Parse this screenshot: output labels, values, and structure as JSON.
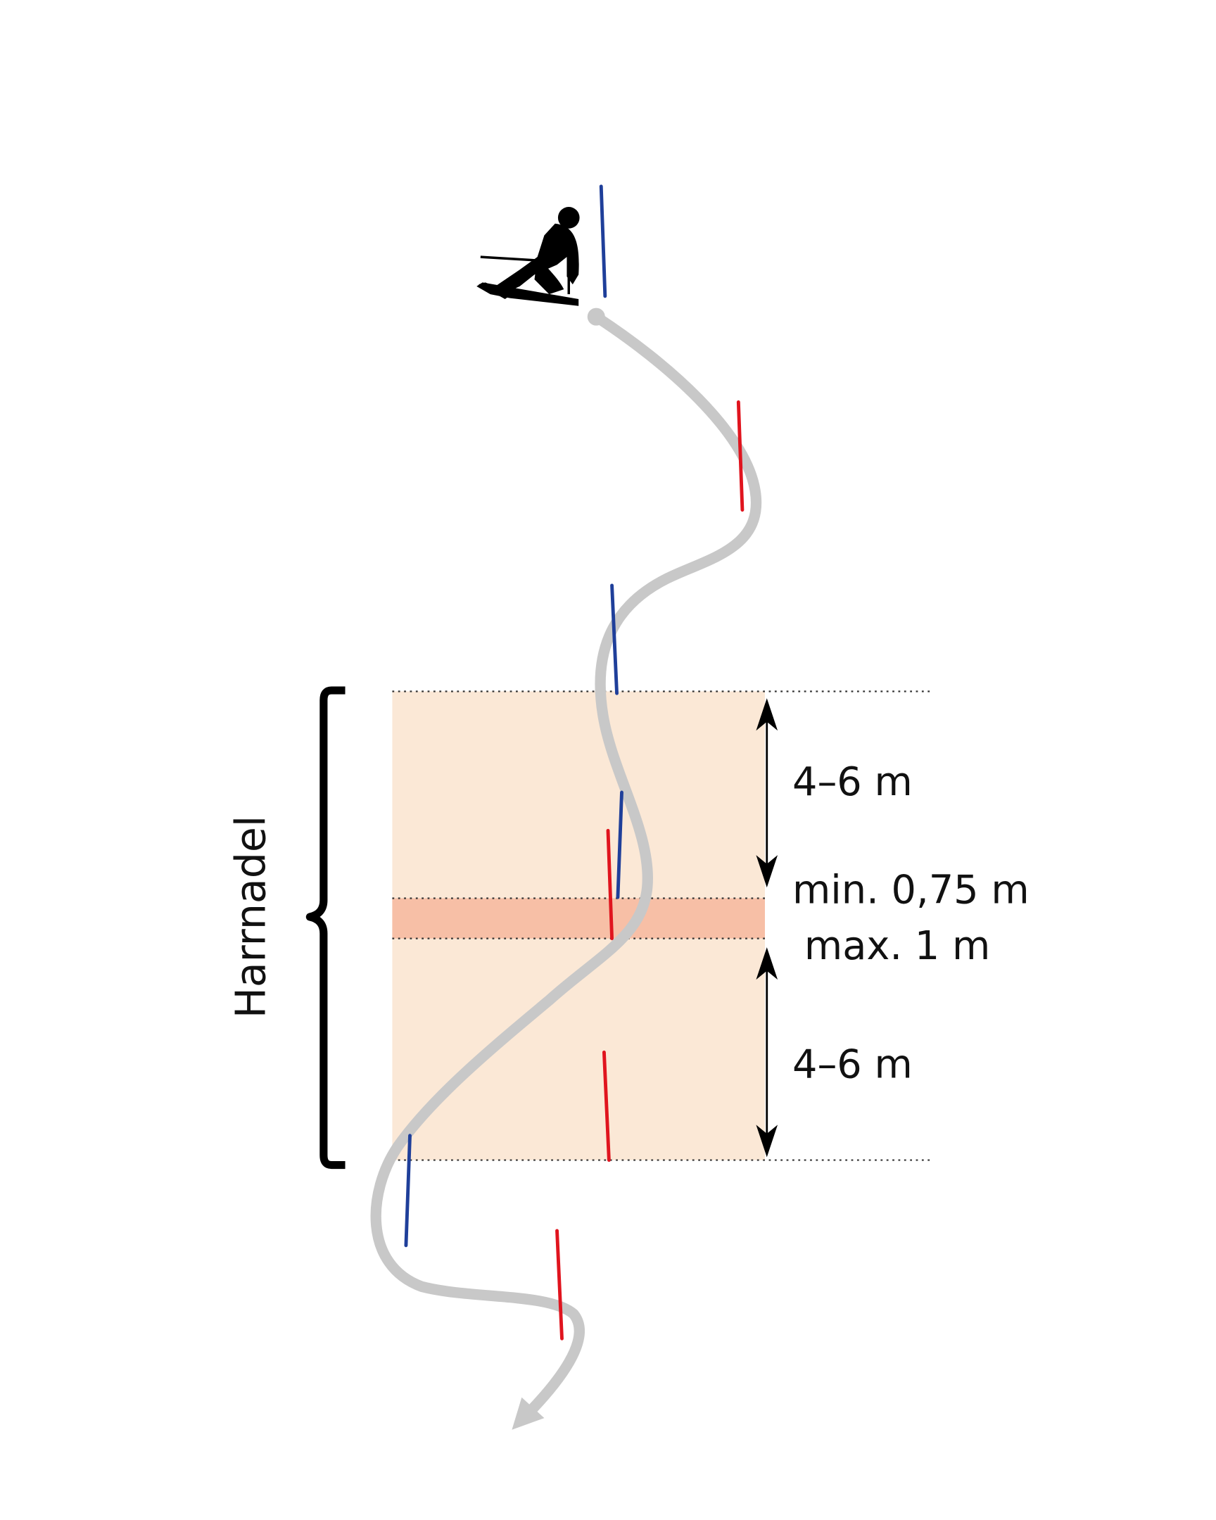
{
  "diagram": {
    "side_label": "Harrnadel",
    "distance_top": "4–6 m",
    "gap_min": "min. 0,75 m",
    "gap_max": "max. 1 m",
    "distance_bottom": "4–6 m",
    "colors": {
      "red_gate": "#e0141e",
      "blue_gate": "#1f3f9a",
      "path": "#c8c8c8",
      "zone": "#fbe8d6",
      "gap_band": "#f7bfa6"
    }
  }
}
